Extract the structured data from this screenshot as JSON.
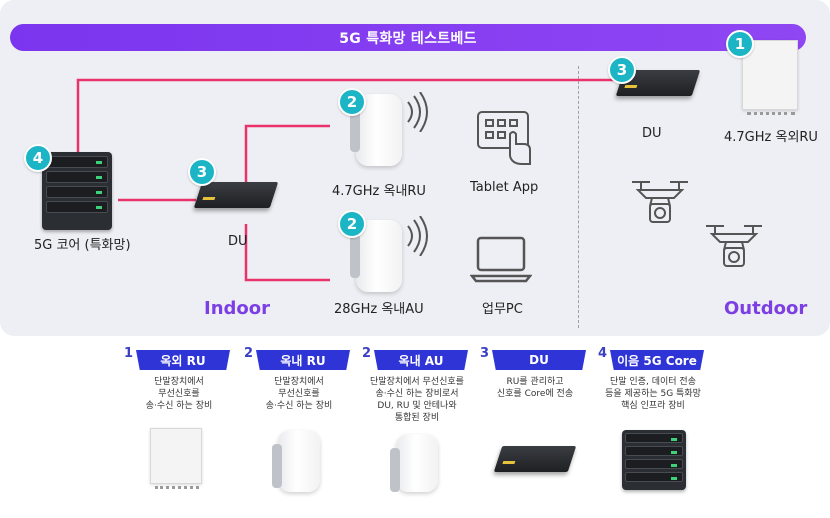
{
  "banner": "5G 특화망 테스트베드",
  "zones": {
    "indoor": "Indoor",
    "outdoor": "Outdoor"
  },
  "labels": {
    "core": "5G 코어 (특화망)",
    "du_indoor": "DU",
    "ru_indoor": "4.7GHz 옥내RU",
    "au_indoor": "28GHz 옥내AU",
    "tablet": "Tablet App",
    "pc": "업무PC",
    "du_outdoor": "DU",
    "ru_outdoor": "4.7GHz 옥외RU"
  },
  "badges": {
    "core": "4",
    "du_indoor": "3",
    "ru": "2",
    "au": "2",
    "du_outdoor": "3",
    "ru_outdoor": "1"
  },
  "colors": {
    "accent": "#7b35ee",
    "link": "#e8336b",
    "badge": "#1cb5c5",
    "card_head": "#2e34d6"
  },
  "cards": [
    {
      "num": "1",
      "title": "옥외 RU",
      "desc": [
        "단말장치에서",
        "무선신호를",
        "송·수신 하는 장비"
      ]
    },
    {
      "num": "2",
      "title": "옥내 RU",
      "desc": [
        "단말장치에서",
        "무선신호를",
        "송·수신 하는 장비"
      ]
    },
    {
      "num": "2",
      "title": "옥내 AU",
      "desc": [
        "단말장치에서 무선신호를",
        "송·수신 하는 장비로서",
        "DU, RU 및 안테나와",
        "통합된 장비"
      ]
    },
    {
      "num": "3",
      "title": "DU",
      "desc": [
        "RU를 관리하고",
        "신호를 Core에 전송"
      ]
    },
    {
      "num": "4",
      "title": "이음 5G Core",
      "desc": [
        "단말 인증, 데이터 전송",
        "등을 제공하는 5G 특화망",
        "핵심 인프라 장비"
      ]
    }
  ]
}
